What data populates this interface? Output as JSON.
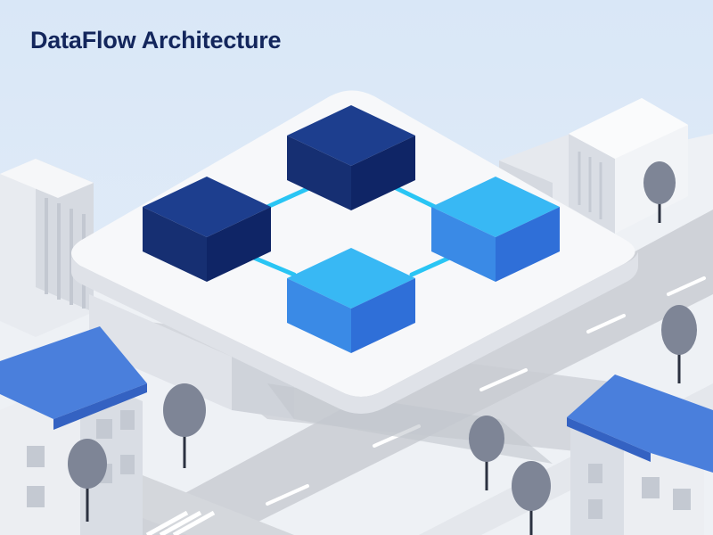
{
  "title": "DataFlow Architecture",
  "colors": {
    "sky": "#dde9f7",
    "title_text": "#13265c",
    "node_dark": "#13307a",
    "node_light": "#3aa5f0",
    "connector": "#29c5f4",
    "roof_blue": "#3f73d6",
    "tree": "#7e8596",
    "road": "#c8cbd2",
    "platform": "#f7f8fa"
  },
  "icons": [
    "server-node",
    "connector-line",
    "building",
    "tree"
  ]
}
